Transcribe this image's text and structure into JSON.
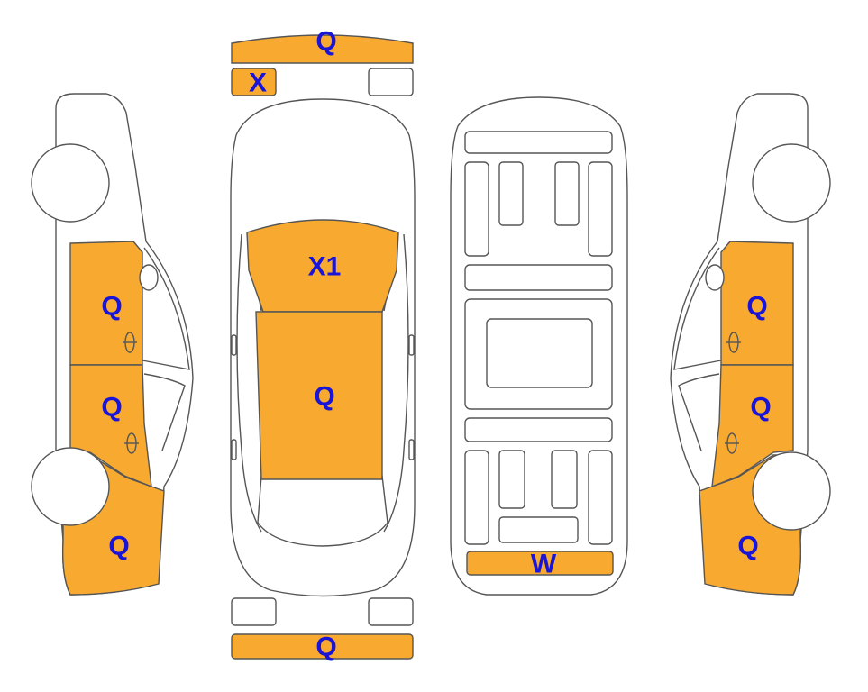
{
  "colors": {
    "damage_fill": "#F8AA30",
    "label": "#1A14D6",
    "outline": "#555555",
    "body": "#FFFFFF"
  },
  "views": [
    "left-side",
    "top",
    "underbody",
    "right-side"
  ],
  "labels": {
    "front_bumper": "Q",
    "left_headlight": "X",
    "hood": "X1",
    "roof": "Q",
    "rear_bumper": "Q",
    "trunk_lid": "W",
    "left_front_door": "Q",
    "left_rear_door": "Q",
    "left_quarter_panel": "Q",
    "right_front_door": "Q",
    "right_rear_door": "Q",
    "right_quarter_panel": "Q"
  }
}
